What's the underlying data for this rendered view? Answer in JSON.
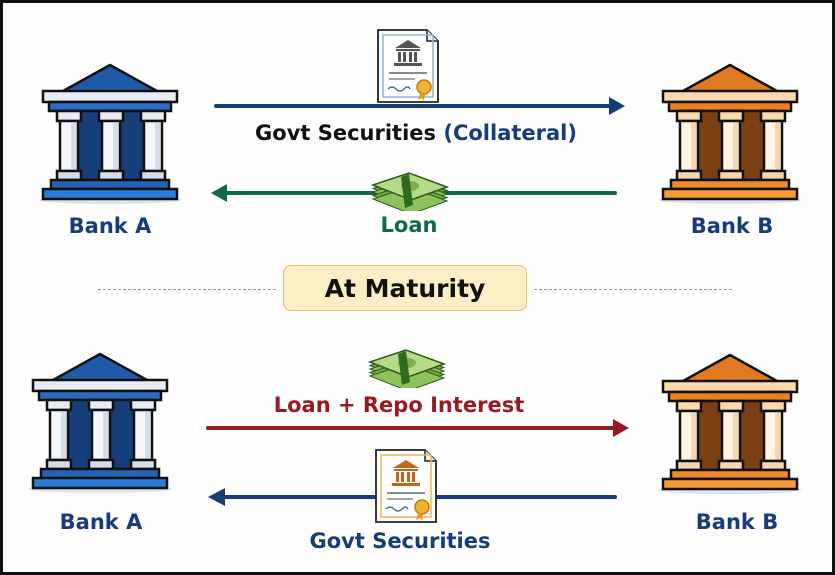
{
  "top": {
    "bank_a_label": "Bank A",
    "bank_b_label": "Bank B",
    "securities_label_main": "Govt Securities ",
    "securities_label_paren": "(Collateral)",
    "loan_label": "Loan"
  },
  "divider": {
    "label": "At Maturity"
  },
  "bottom": {
    "bank_a_label": "Bank A",
    "bank_b_label": "Bank B",
    "repay_label": "Loan + Repo Interest",
    "securities_label": "Govt Securities"
  },
  "colors": {
    "navy": "#163c7a",
    "green": "#12684e",
    "red": "#961c22",
    "blue_bank": "#1f5aa8",
    "orange_bank": "#e57e26"
  }
}
